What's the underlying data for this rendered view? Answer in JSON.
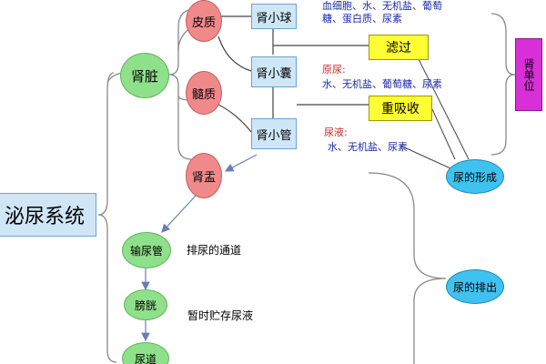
{
  "nodes": {
    "system": "泌尿系统",
    "kidney": "肾脏",
    "cortex": "皮质",
    "medulla": "髓质",
    "pelvis": "肾盂",
    "glomerulus": "肾小球",
    "capsule": "肾小囊",
    "tubule": "肾小管",
    "filtration": "滤过",
    "reabsorption": "重吸收",
    "nephron": "肾单位",
    "urine_formation": "尿的形成",
    "urine_excretion": "尿的排出",
    "ureter": "输尿管",
    "bladder": "膀胱",
    "urethra": "尿道"
  },
  "annotations": {
    "blood_line1": "血细胞、水、无机盐、葡萄",
    "blood_line2": "糖、蛋白质、尿素",
    "primary_title": "原尿:",
    "primary_content": "水、无机盐、葡萄糖、尿素",
    "urine_title": "尿液:",
    "urine_content": "水、无机盐、尿素",
    "ureter_desc": "排尿的通道",
    "bladder_desc": "暂时贮存尿液"
  },
  "colors": {
    "green": "#8fe08a",
    "red": "#f08a8a",
    "blue_box": "#cfe6f7",
    "yellow_box": "#ffff33",
    "cyan": "#3fc2f0",
    "purple": "#d82fd8"
  }
}
